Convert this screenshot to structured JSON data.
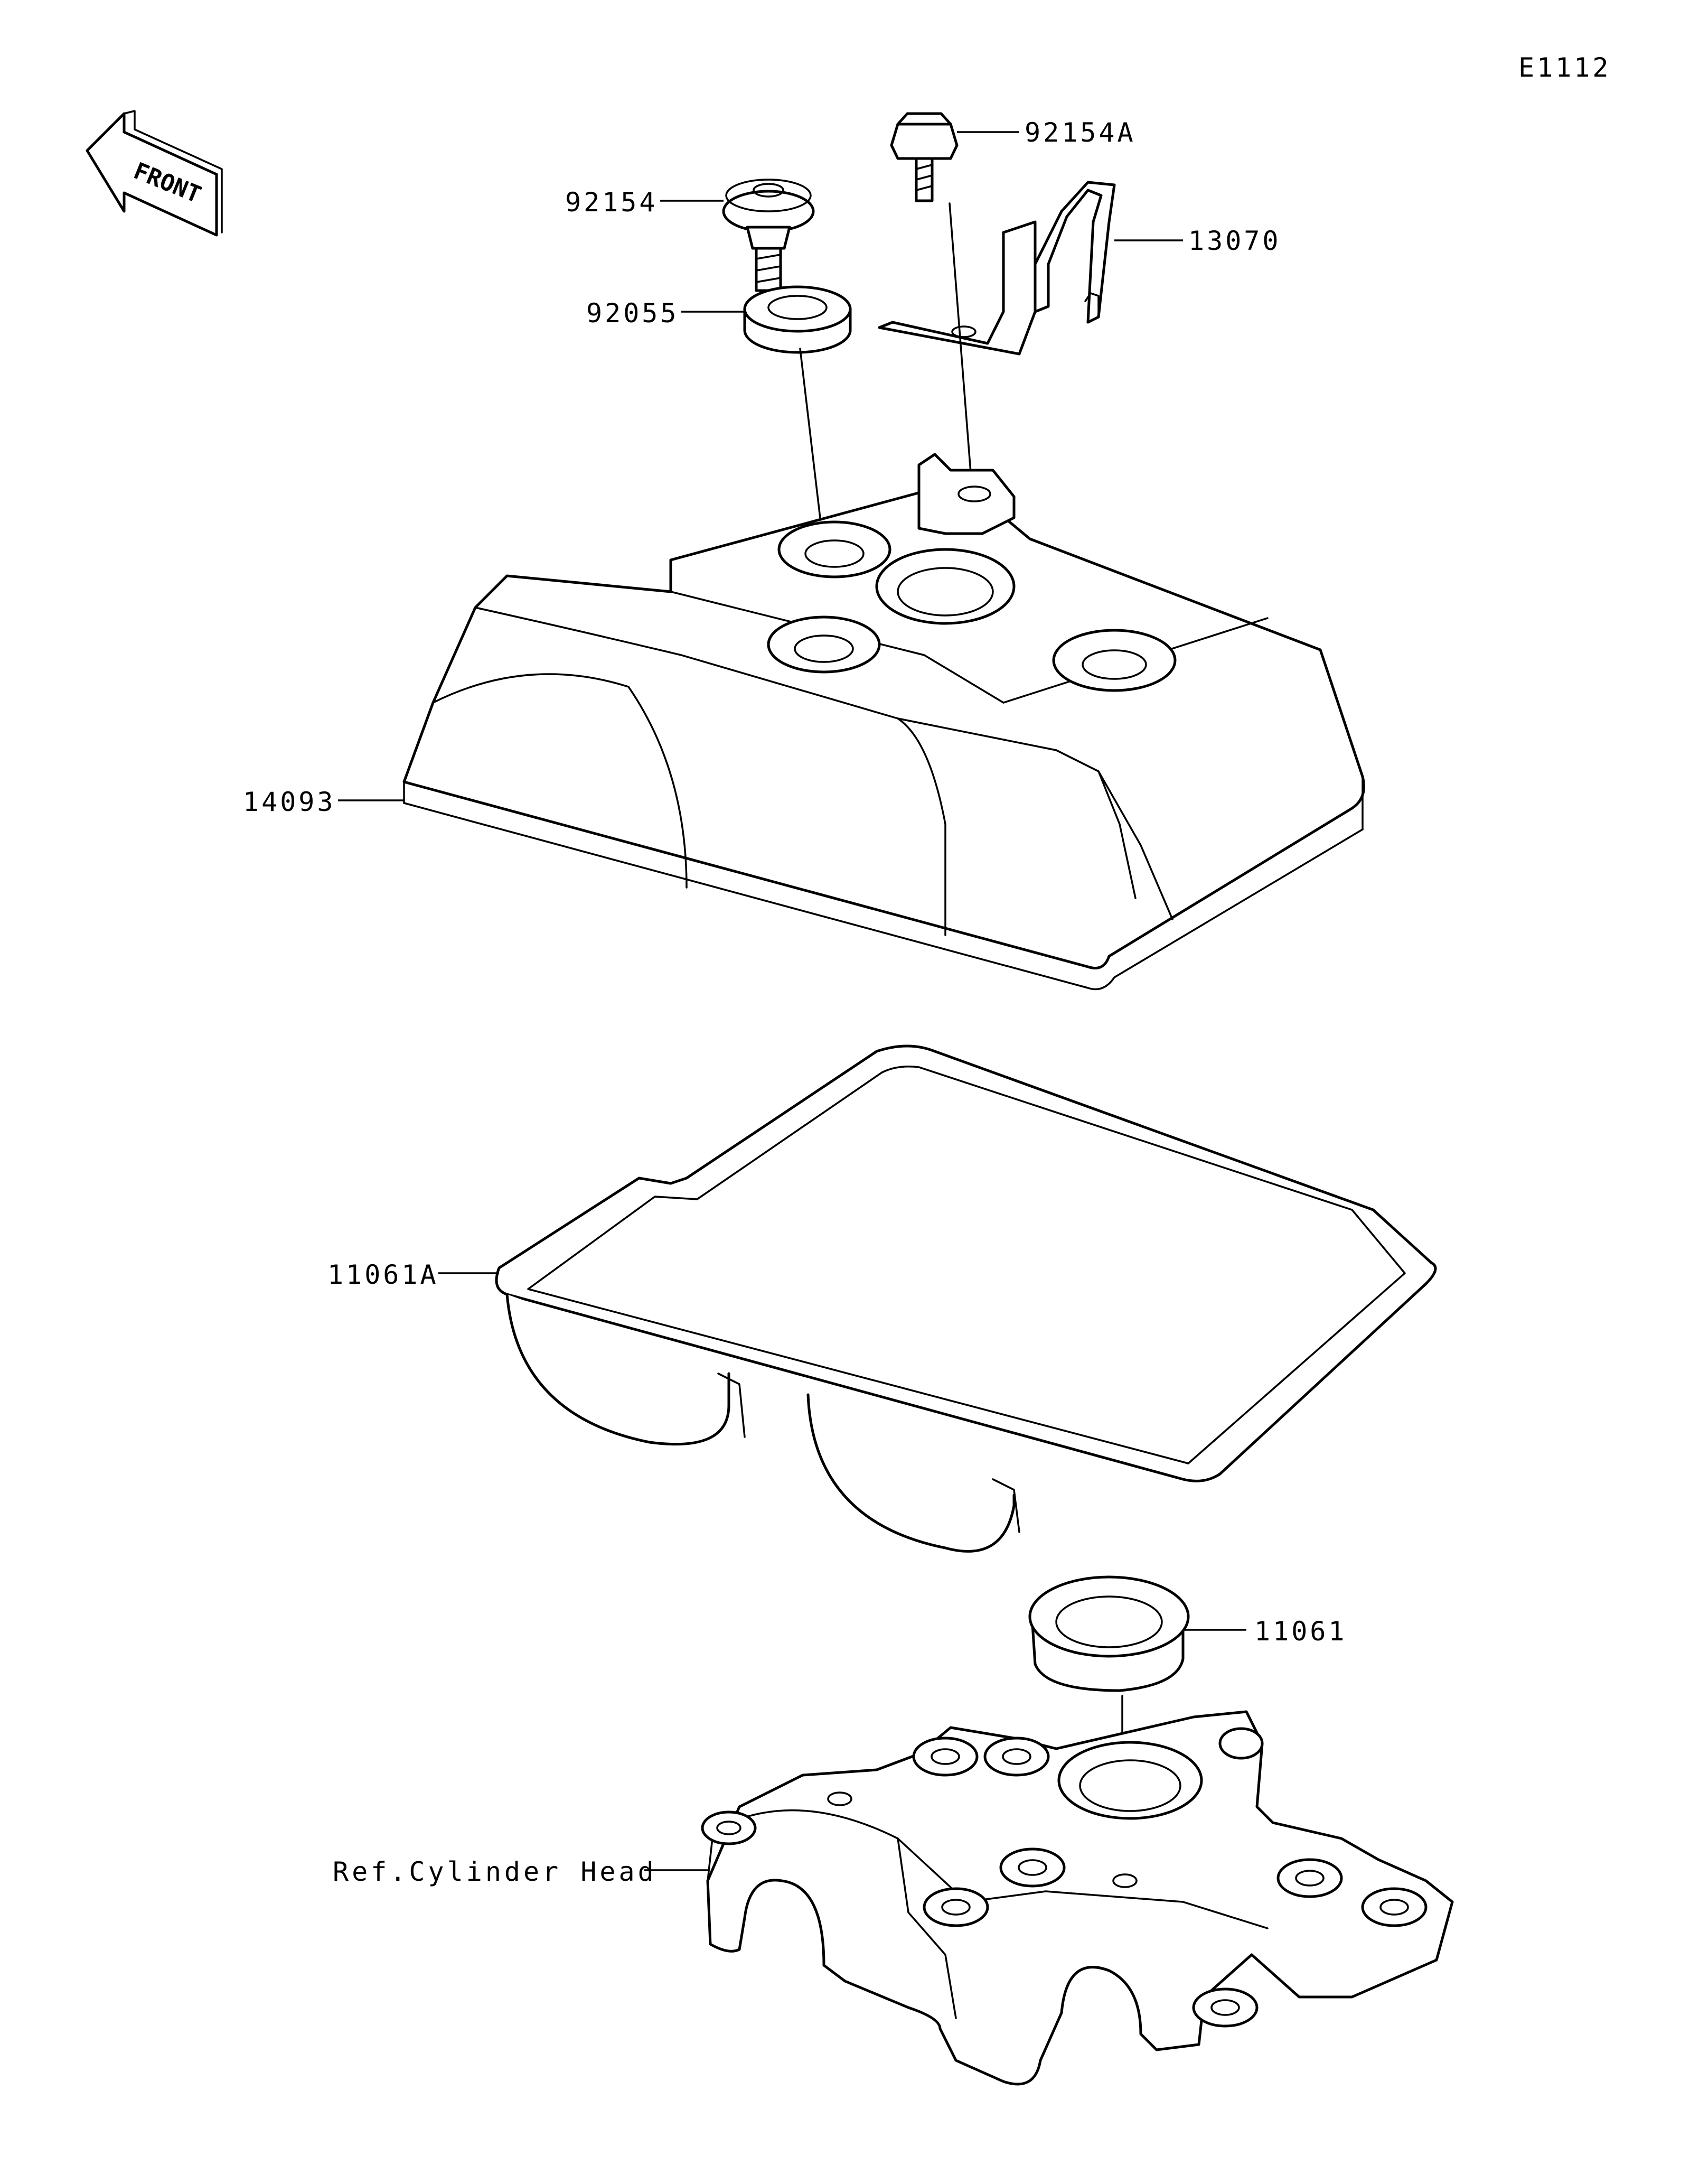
{
  "diagram_code": "E1112",
  "front_label": "FRONT",
  "reference_label": "Ref.Cylinder Head",
  "parts": {
    "bolt_92154a": "92154A",
    "bolt_92154": "92154",
    "bracket_13070": "13070",
    "grommet_92055": "92055",
    "cover_14093": "14093",
    "gasket_11061a": "11061A",
    "seal_11061": "11061"
  },
  "colors": {
    "line": "#000000",
    "background": "#ffffff"
  }
}
